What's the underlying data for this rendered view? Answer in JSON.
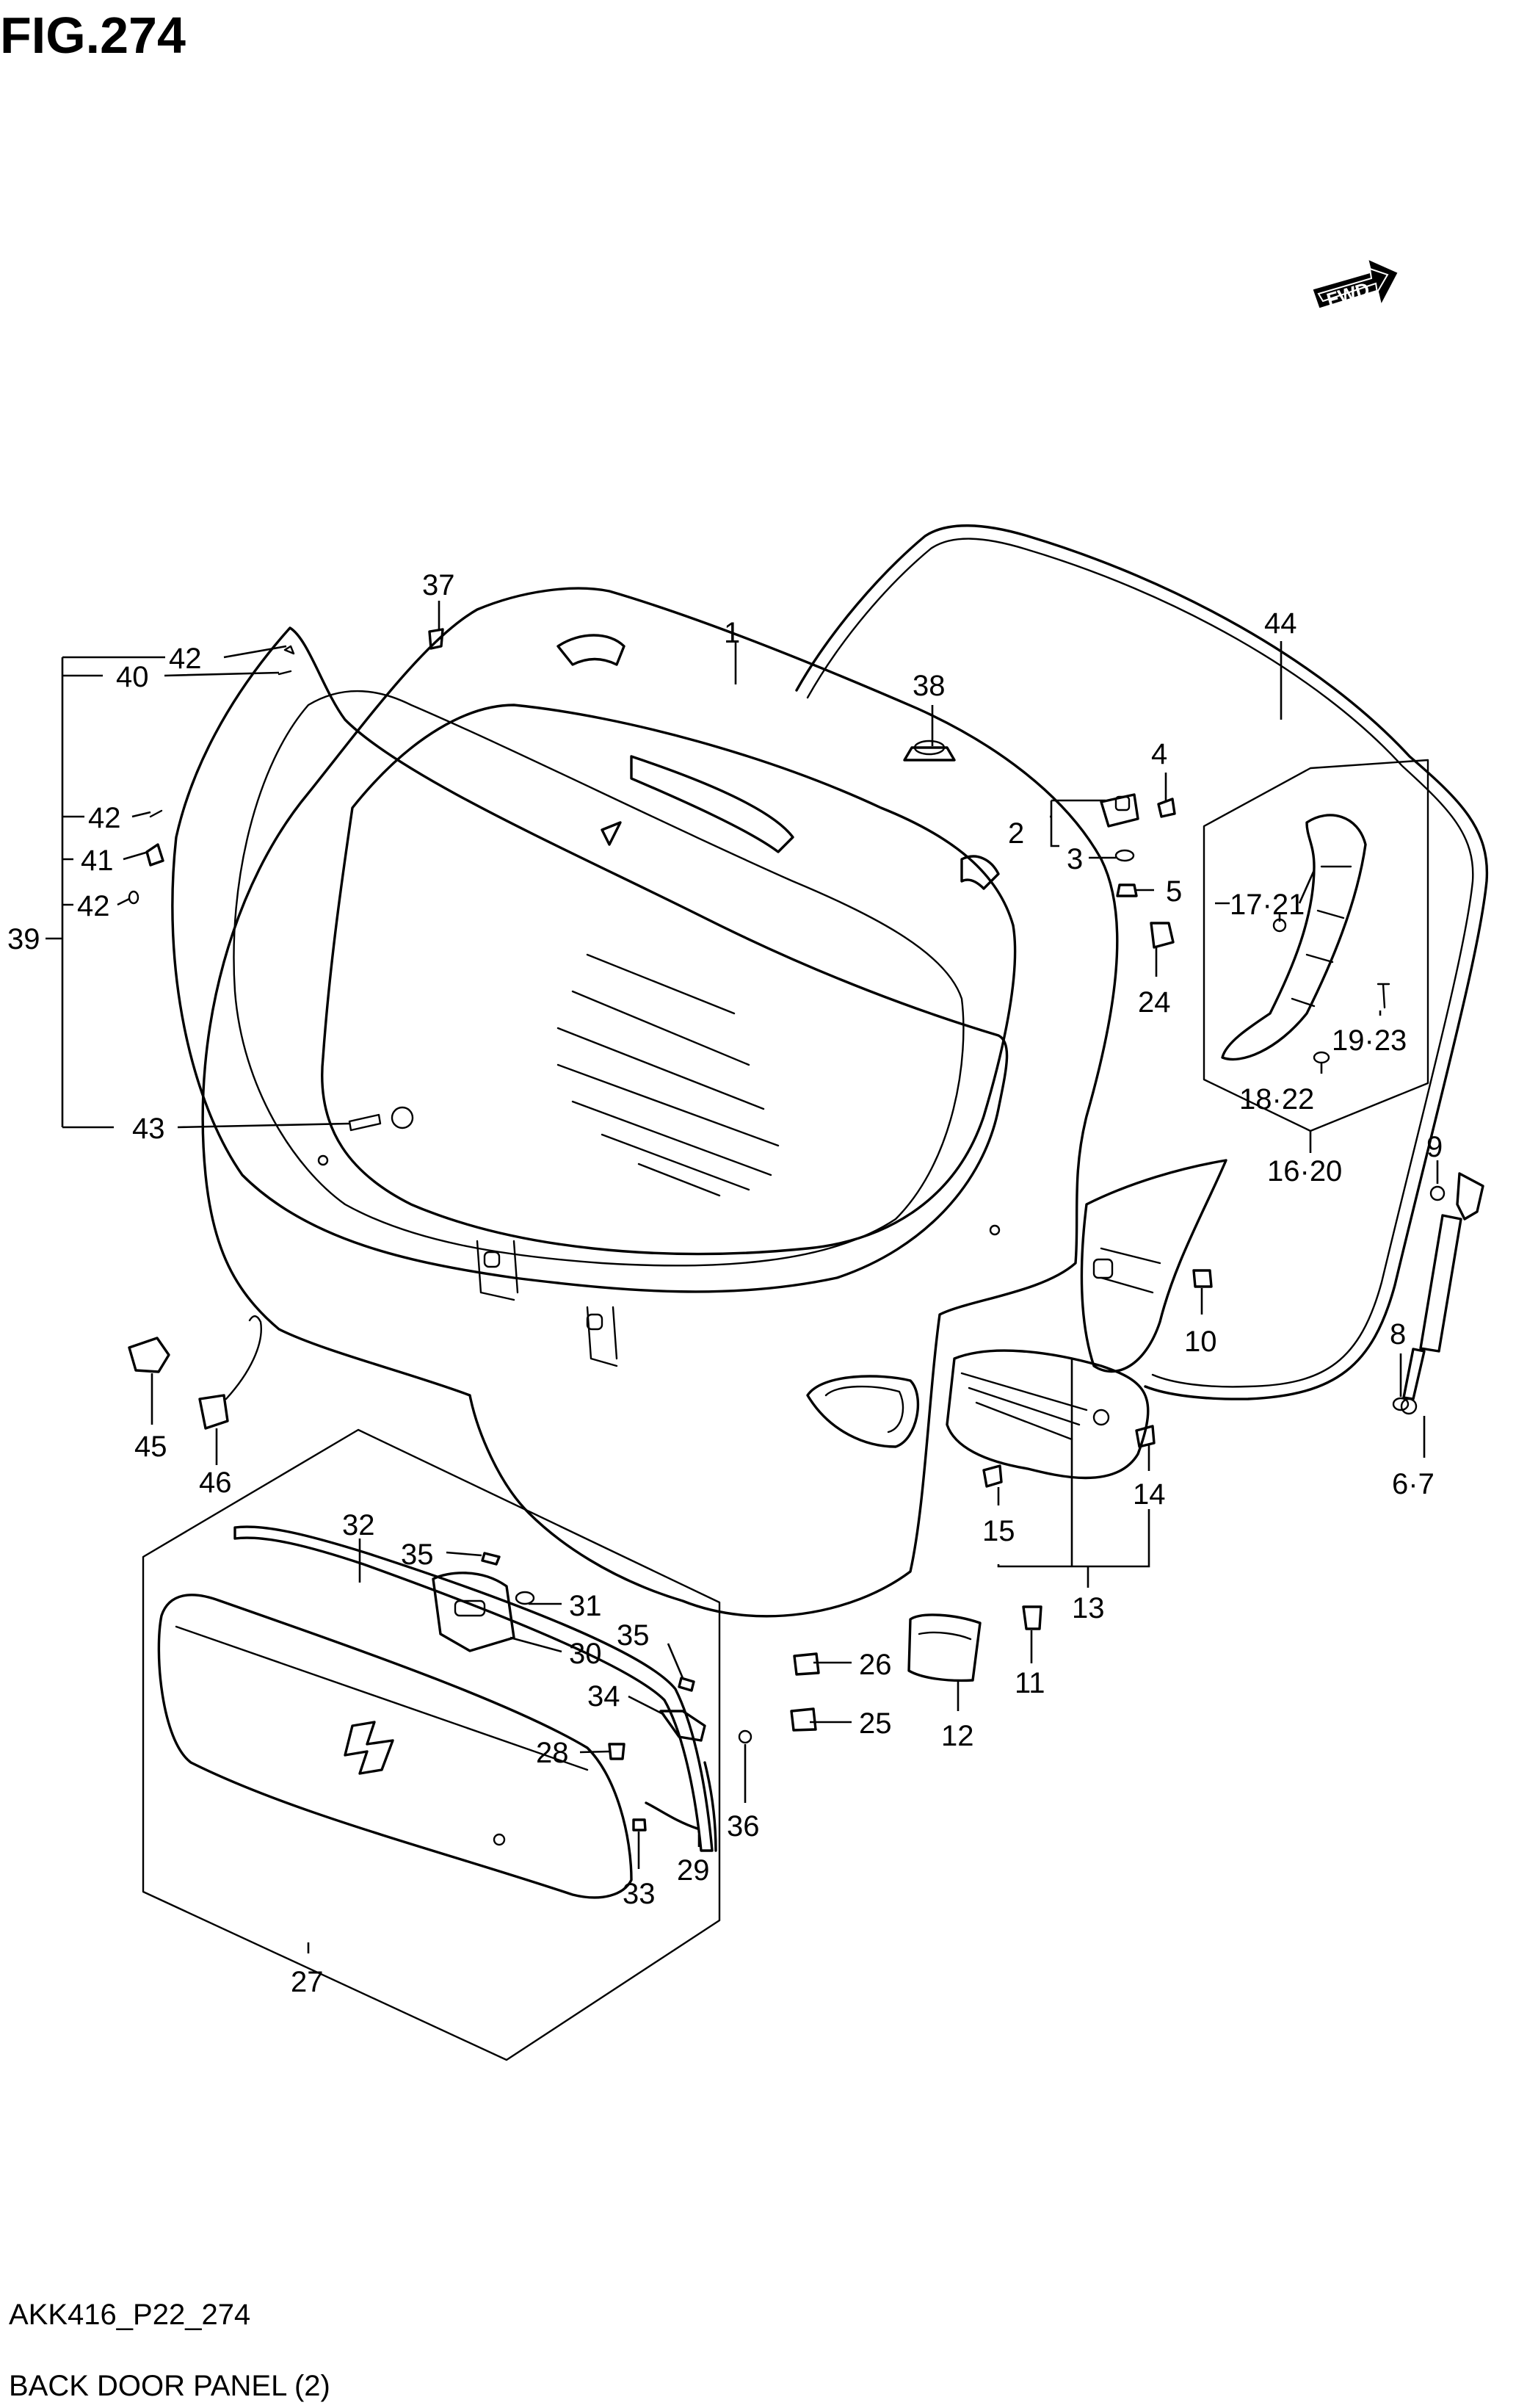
{
  "figure": {
    "title": "FIG.274",
    "code": "AKK416_P22_274",
    "caption": "BACK DOOR PANEL (2)",
    "direction_badge": "FWD"
  },
  "callouts": [
    {
      "id": "c1",
      "label": "1"
    },
    {
      "id": "c2",
      "label": "2"
    },
    {
      "id": "c3",
      "label": "3"
    },
    {
      "id": "c4",
      "label": "4"
    },
    {
      "id": "c5",
      "label": "5"
    },
    {
      "id": "c6-7",
      "label": "6·7"
    },
    {
      "id": "c8",
      "label": "8"
    },
    {
      "id": "c9",
      "label": "9"
    },
    {
      "id": "c10",
      "label": "10"
    },
    {
      "id": "c11",
      "label": "11"
    },
    {
      "id": "c12",
      "label": "12"
    },
    {
      "id": "c13",
      "label": "13"
    },
    {
      "id": "c14",
      "label": "14"
    },
    {
      "id": "c15",
      "label": "15"
    },
    {
      "id": "c16-20",
      "label": "16·20"
    },
    {
      "id": "c17-21",
      "label": "17·21"
    },
    {
      "id": "c18-22",
      "label": "18·22"
    },
    {
      "id": "c19-23",
      "label": "19·23"
    },
    {
      "id": "c24",
      "label": "24"
    },
    {
      "id": "c25",
      "label": "25"
    },
    {
      "id": "c26",
      "label": "26"
    },
    {
      "id": "c27",
      "label": "27"
    },
    {
      "id": "c28",
      "label": "28"
    },
    {
      "id": "c29",
      "label": "29"
    },
    {
      "id": "c30",
      "label": "30"
    },
    {
      "id": "c31",
      "label": "31"
    },
    {
      "id": "c32",
      "label": "32"
    },
    {
      "id": "c33",
      "label": "33"
    },
    {
      "id": "c34",
      "label": "34"
    },
    {
      "id": "c35a",
      "label": "35"
    },
    {
      "id": "c35b",
      "label": "35"
    },
    {
      "id": "c36",
      "label": "36"
    },
    {
      "id": "c37",
      "label": "37"
    },
    {
      "id": "c38",
      "label": "38"
    },
    {
      "id": "c39",
      "label": "39"
    },
    {
      "id": "c40",
      "label": "40"
    },
    {
      "id": "c41",
      "label": "41"
    },
    {
      "id": "c42a",
      "label": "42"
    },
    {
      "id": "c42b",
      "label": "42"
    },
    {
      "id": "c42c",
      "label": "42"
    },
    {
      "id": "c43",
      "label": "43"
    },
    {
      "id": "c44",
      "label": "44"
    },
    {
      "id": "c45",
      "label": "45"
    },
    {
      "id": "c46",
      "label": "46"
    }
  ]
}
